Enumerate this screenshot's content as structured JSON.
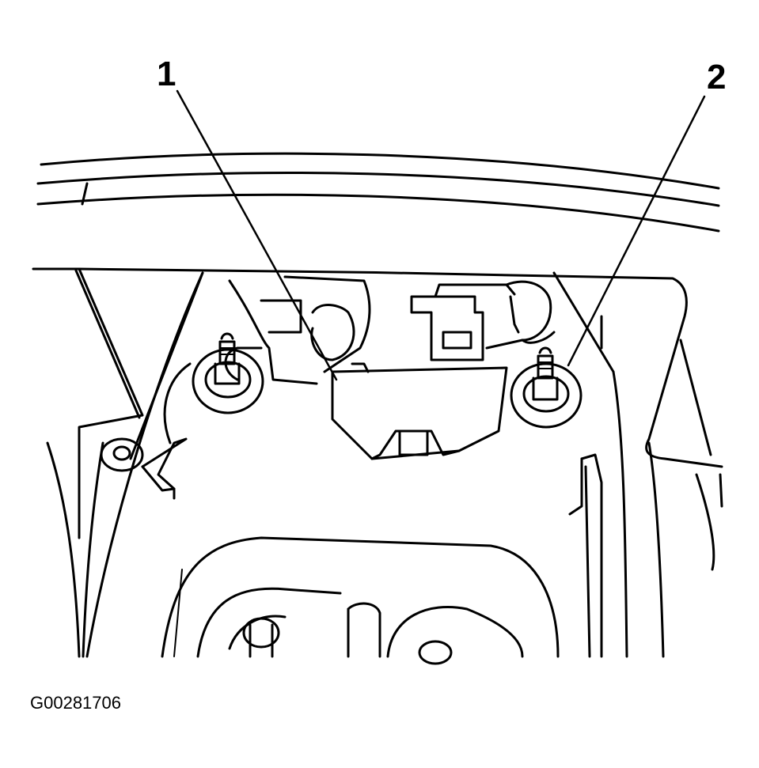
{
  "callouts": {
    "one": "1",
    "two": "2"
  },
  "figure_id": "G00281706",
  "colors": {
    "line": "#000000",
    "background": "#ffffff"
  }
}
